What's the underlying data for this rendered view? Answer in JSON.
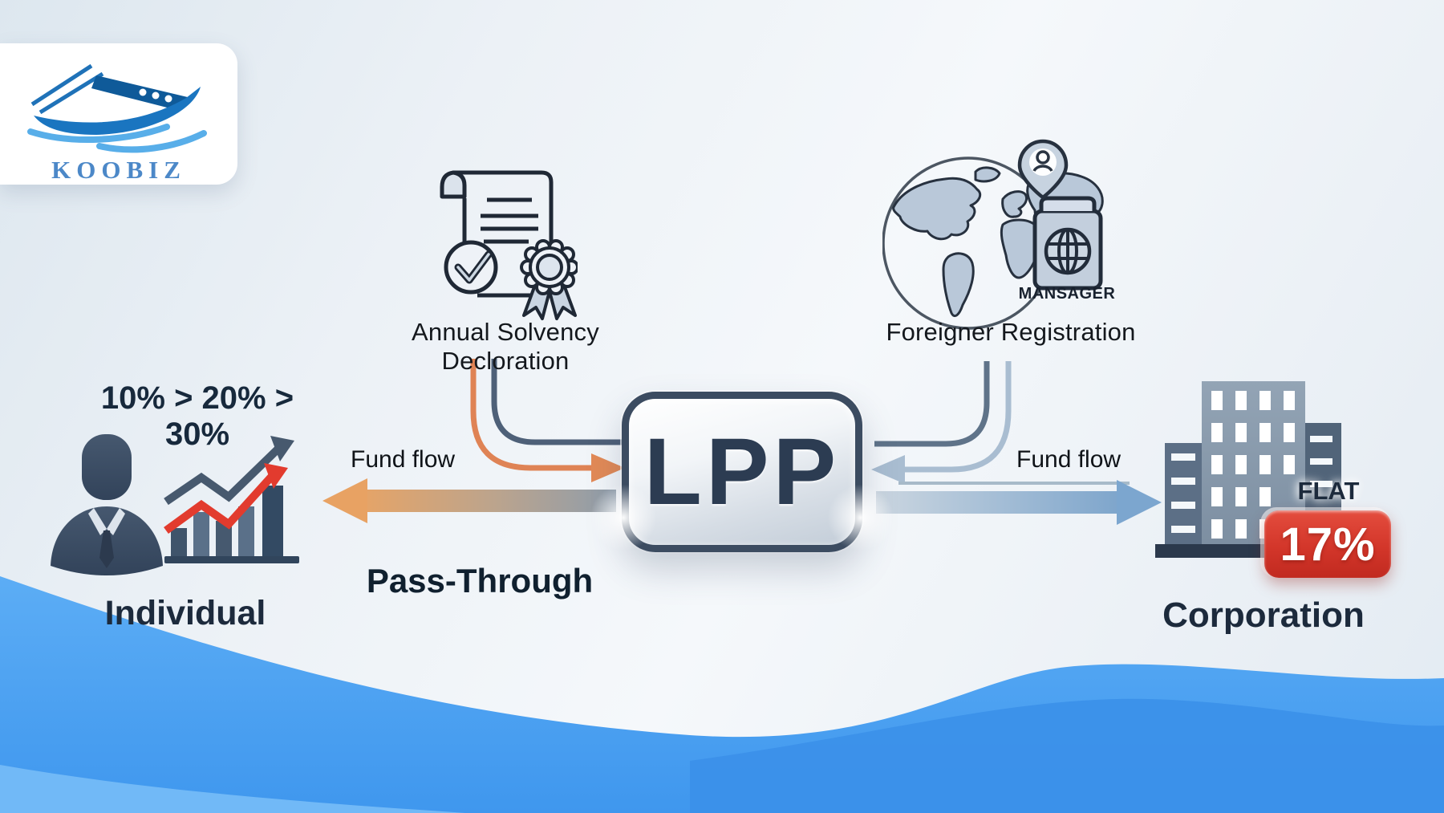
{
  "logo": {
    "brand": "KOOBIZ"
  },
  "center": {
    "label": "LPP"
  },
  "nodes": {
    "solvency": {
      "label": "Annual Solvency Decloration"
    },
    "foreigner": {
      "label": "Foreigner Registration",
      "passport_text": "MANSAGER"
    }
  },
  "flows": {
    "left": {
      "fund_label": "Fund flow",
      "mechanism": "Pass-Through"
    },
    "right": {
      "fund_label": "Fund flow"
    }
  },
  "entities": {
    "individual": {
      "rates": "10% > 20% > 30%",
      "label": "Individual"
    },
    "corporation": {
      "label": "Corporation",
      "tax_prefix": "FLAT",
      "tax_rate": "17%"
    }
  },
  "colors": {
    "navy": "#2c3c52",
    "steel_blue": "#5e7288",
    "accent_orange": "#df8355",
    "badge_red": "#d3362a",
    "wave_blue": "#4fa5f3",
    "logo_blue": "#1a75c0",
    "chart_red": "#e23b2e"
  }
}
